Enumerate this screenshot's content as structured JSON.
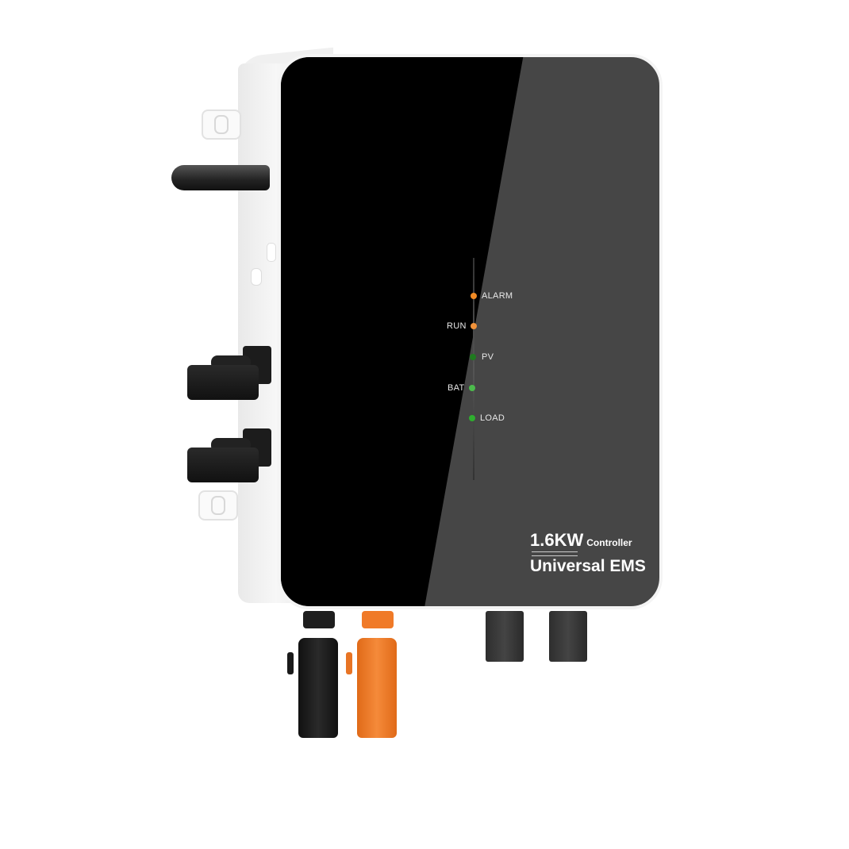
{
  "product": {
    "power_rating": "1.6KW",
    "type_label": "Controller",
    "name": "Universal EMS"
  },
  "indicators": [
    {
      "label": "ALARM",
      "color": "#f08a24",
      "label_side": "right"
    },
    {
      "label": "RUN",
      "color": "#f0923a",
      "label_side": "left"
    },
    {
      "label": "PV",
      "color": "#1f7a1f",
      "label_side": "right"
    },
    {
      "label": "BAT",
      "color": "#4cbb4c",
      "label_side": "left"
    },
    {
      "label": "LOAD",
      "color": "#2fae2f",
      "label_side": "right"
    }
  ],
  "colors": {
    "panel_black": "#000000",
    "panel_gray": "#464646",
    "housing": "#f0f0f0",
    "connector_black": "#1a1a1a",
    "connector_orange": "#f07a28"
  }
}
